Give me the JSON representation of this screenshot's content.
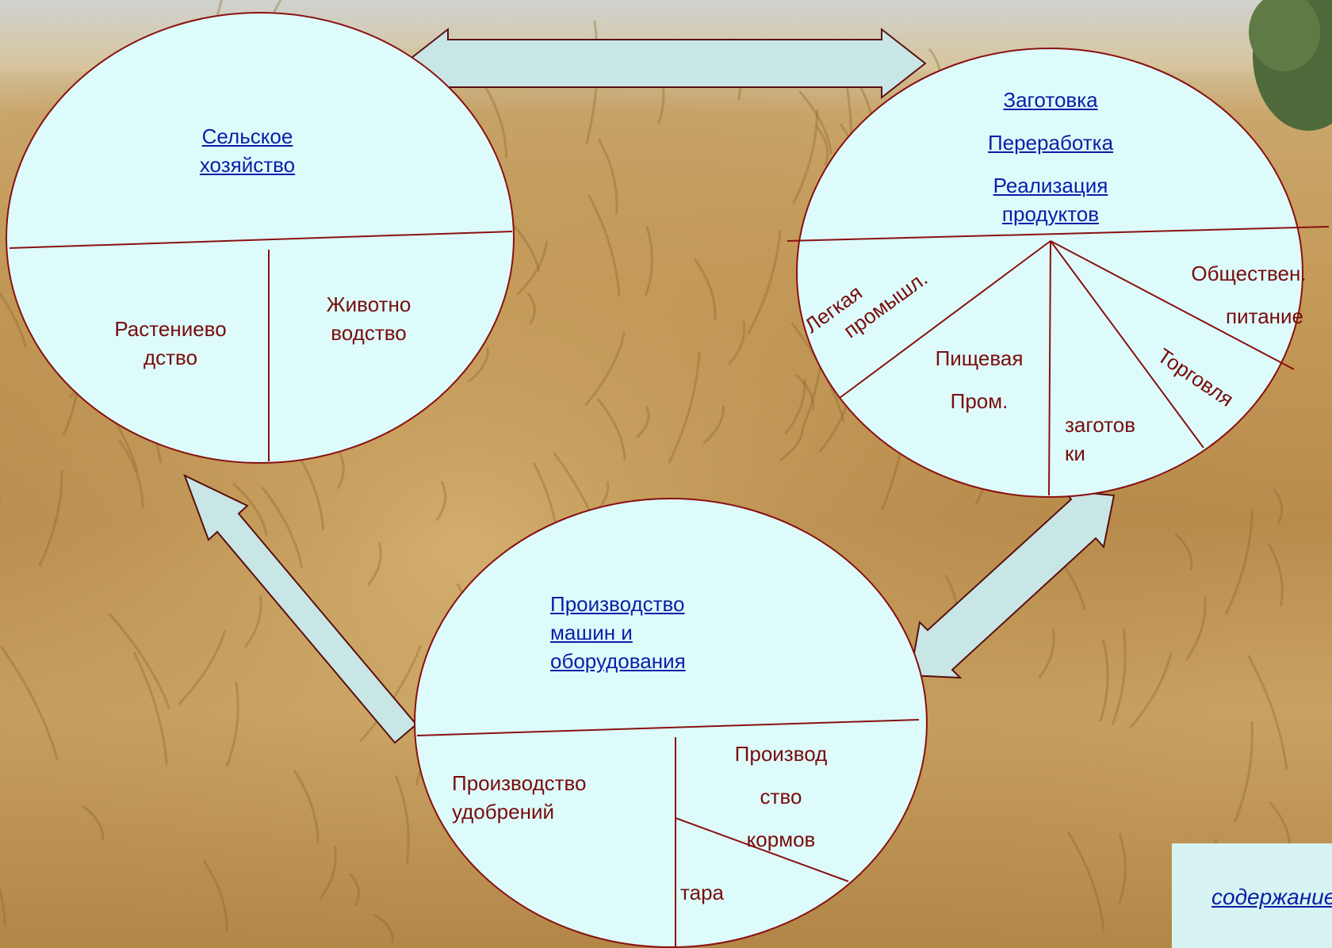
{
  "colors": {
    "circle_fill": "#ddfbfb",
    "circle_stroke": "#8a1010",
    "label_text": "#7a0c0c",
    "link_text": "#0a1ea8",
    "arrow_fill": "#c8e6e6",
    "arrow_stroke": "#5a0f0f",
    "background": "wheat-field"
  },
  "agriculture": {
    "title": [
      "Сельское",
      "хозяйство"
    ],
    "crop_growing": [
      "Растениево",
      "дство"
    ],
    "livestock": [
      "Животно",
      "водство"
    ]
  },
  "processing": {
    "links": [
      "Заготовка",
      "Переработка",
      "Реализация",
      "продуктов"
    ],
    "light_industry": [
      "Легкая",
      "промышл."
    ],
    "food_industry": [
      "Пищевая",
      "Пром."
    ],
    "procurement": [
      "заготов",
      "ки"
    ],
    "trade": "Торговля",
    "catering": [
      "Обществен.",
      "питание"
    ]
  },
  "machinery": {
    "title": [
      "Производство",
      "машин и",
      "оборудования"
    ],
    "fertilizers": [
      "Производство",
      "удобрений"
    ],
    "feed": [
      "Производ",
      "ство",
      "кормов"
    ],
    "packaging": "тара"
  },
  "nav": {
    "contents_link": "содержание"
  }
}
